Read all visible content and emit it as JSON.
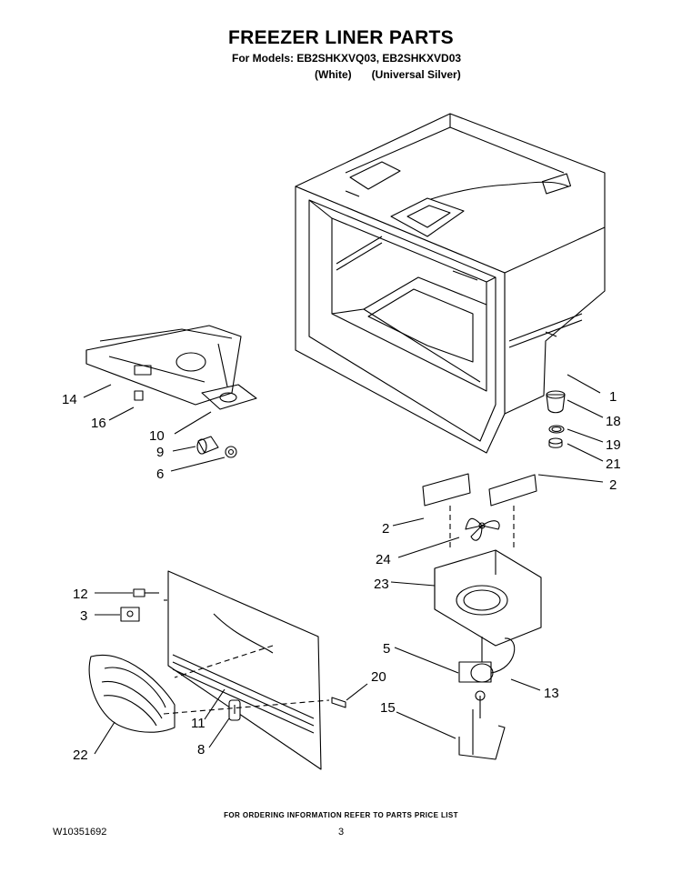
{
  "header": {
    "title": "FREEZER LINER PARTS",
    "models_line": "For Models: EB2SHKXVQ03, EB2SHKXVD03",
    "variant_white": "(White)",
    "variant_silver": "(Universal Silver)"
  },
  "callouts": {
    "c1": "1",
    "c18": "18",
    "c19": "19",
    "c21": "21",
    "c2a": "2",
    "c2b": "2",
    "c24": "24",
    "c23": "23",
    "c14": "14",
    "c16": "16",
    "c10": "10",
    "c9": "9",
    "c6": "6",
    "c12": "12",
    "c3": "3",
    "c5": "5",
    "c13": "13",
    "c20": "20",
    "c11": "11",
    "c8": "8",
    "c15": "15",
    "c22": "22"
  },
  "footer": {
    "ordering_note": "FOR ORDERING INFORMATION REFER TO PARTS PRICE LIST",
    "doc_number": "W10351692",
    "page_number": "3"
  }
}
